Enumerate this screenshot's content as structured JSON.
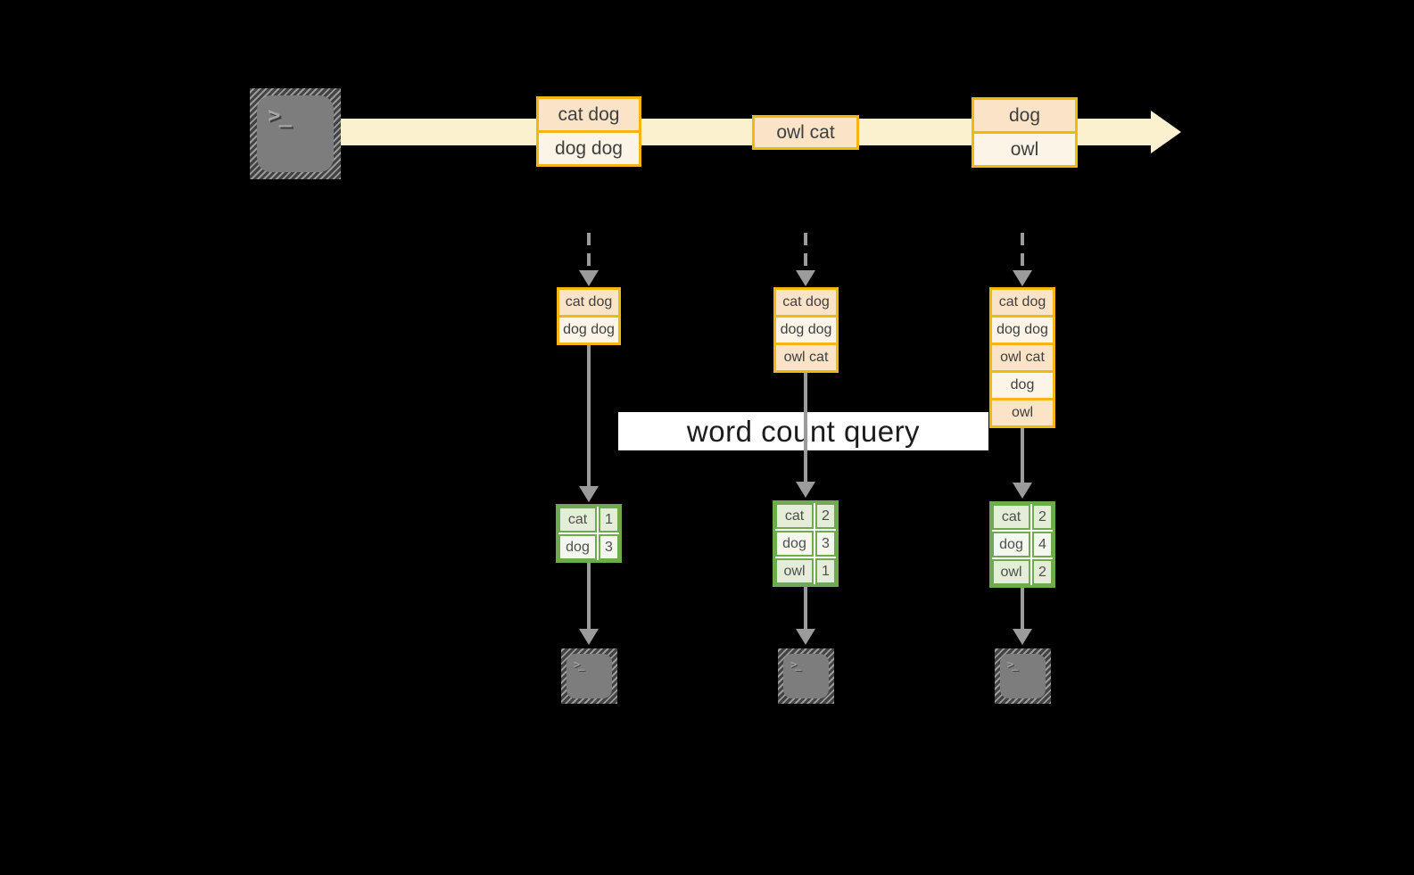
{
  "title_band": {
    "label": "word count query"
  },
  "stream": {
    "events": [
      {
        "lines": [
          "cat dog",
          "dog dog"
        ]
      },
      {
        "lines": [
          "owl cat"
        ]
      },
      {
        "lines": [
          "dog",
          "owl"
        ]
      }
    ]
  },
  "micro_batches": [
    {
      "buffer": [
        "cat dog",
        "dog dog"
      ],
      "counts": {
        "rows": [
          {
            "word": "cat",
            "count": "1"
          },
          {
            "word": "dog",
            "count": "3"
          }
        ]
      }
    },
    {
      "buffer": [
        "cat dog",
        "dog dog",
        "owl cat"
      ],
      "counts": {
        "rows": [
          {
            "word": "cat",
            "count": "2"
          },
          {
            "word": "dog",
            "count": "3"
          },
          {
            "word": "owl",
            "count": "1"
          }
        ]
      }
    },
    {
      "buffer": [
        "cat dog",
        "dog dog",
        "owl cat",
        "dog",
        "owl"
      ],
      "counts": {
        "rows": [
          {
            "word": "cat",
            "count": "2"
          },
          {
            "word": "dog",
            "count": "4"
          },
          {
            "word": "owl",
            "count": "2"
          }
        ]
      }
    }
  ],
  "icons": {
    "terminal_prompt": ">_"
  },
  "colors": {
    "background": "#000000",
    "stream_band": "#fbf1cf",
    "event_border": "#f3b70f",
    "event_fill_a": "#fbe3c7",
    "event_fill_b": "#fdf4e8",
    "count_border": "#6faa4e",
    "count_fill_a": "#e3edd7",
    "count_fill_b": "#f3f7ee",
    "arrow_gray": "#9b9b9b",
    "terminal_gray": "#7d7d7d",
    "query_band_bg": "#ffffff"
  }
}
